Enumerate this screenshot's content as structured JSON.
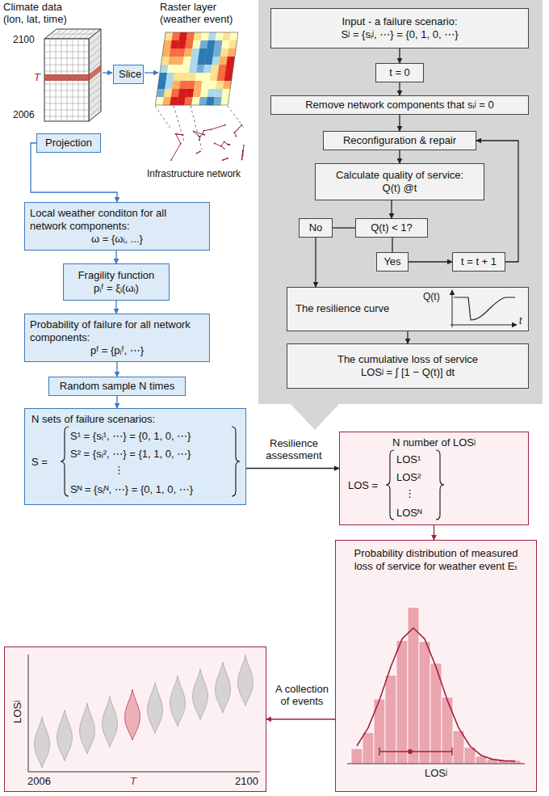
{
  "diagram": {
    "nodes": [
      {
        "text": [
          "Slice"
        ]
      },
      {
        "text": [
          "Projection"
        ]
      },
      {
        "text": [
          "Local weather conditon for all network components:",
          "ω = {ωᵢ, ...}"
        ]
      },
      {
        "text": [
          "Fragility function",
          "pᵢᶠ = ξᵢ(ωᵢ)"
        ]
      },
      {
        "text": [
          "Probability of failure for all network components:",
          "pᶠ = {pᵢᶠ, ⋯}"
        ]
      },
      {
        "text": [
          "Random sample N times"
        ]
      },
      {
        "text": [
          "N sets of failure scenarios:",
          "S =",
          "S¹ = {sᵢ¹, ⋯} = {0, 1, 0, ⋯}",
          "S² = {sᵢ², ⋯} = {1, 1, 0, ⋯}",
          "⋮",
          "Sᴺ = {sᵢᴺ, ⋯} = {0, 1, 0, ⋯}"
        ]
      },
      {
        "text": [
          "Input - a failure scenario:",
          "Sʲ = {sᵢʲ, ⋯} = {0, 1, 0, ⋯}"
        ]
      },
      {
        "text": [
          "t = 0"
        ]
      },
      {
        "text": [
          "Remove network components that sᵢʲ = 0"
        ]
      },
      {
        "text": [
          "Reconfiguration & repair"
        ]
      },
      {
        "text": [
          "Calculate quality of service:",
          "Q(t) @t"
        ]
      },
      {
        "text": [
          "Q(t) < 1?"
        ]
      },
      {
        "text": [
          "No"
        ]
      },
      {
        "text": [
          "Yes"
        ]
      },
      {
        "text": [
          "t = t + 1"
        ]
      },
      {
        "text": [
          "The resilience curve",
          "Q(t)",
          "t"
        ]
      },
      {
        "text": [
          "The cumulative loss of service",
          "LOSʲ = ∫ [1 − Q(t)] dt"
        ]
      },
      {
        "text": [
          "N number of LOSʲ",
          "LOS =",
          "LOS¹",
          "LOS²",
          "⋮",
          "LOSᴺ"
        ]
      },
      {
        "text": [
          "Probability distribution of measured loss of service for weather event Eₜ",
          "LOSʲ"
        ]
      },
      {
        "text": [
          "LOSʲ",
          "2006",
          "T",
          "2100"
        ]
      }
    ],
    "edges": [
      {
        "from": 1,
        "to": 2,
        "arrow": "to"
      },
      {
        "from": 2,
        "to": 3,
        "arrow": "to"
      },
      {
        "from": 3,
        "to": 4,
        "arrow": "to"
      },
      {
        "from": 4,
        "to": 5,
        "arrow": "to"
      },
      {
        "from": 5,
        "to": 6,
        "arrow": "to"
      },
      {
        "from": 7,
        "to": 8,
        "arrow": "to"
      },
      {
        "from": 8,
        "to": 9,
        "arrow": "to"
      },
      {
        "from": 9,
        "to": 10,
        "arrow": "to"
      },
      {
        "from": 10,
        "to": 11,
        "arrow": "to"
      },
      {
        "from": 11,
        "to": 12,
        "arrow": "to"
      },
      {
        "from": 12,
        "to": 13,
        "arrow": "none"
      },
      {
        "from": 12,
        "to": 14,
        "arrow": "none"
      },
      {
        "from": 14,
        "to": 15,
        "arrow": "to"
      },
      {
        "from": 15,
        "to": 10,
        "arrow": "to"
      },
      {
        "from": 13,
        "to": 16,
        "arrow": "to"
      },
      {
        "from": 16,
        "to": 17,
        "arrow": "to"
      },
      {
        "from": 6,
        "to": 18,
        "label": "Resilience assessment",
        "arrow": "to"
      },
      {
        "from": 18,
        "to": 19,
        "arrow": "to"
      },
      {
        "from": 19,
        "to": 20,
        "label": "A collection of events",
        "arrow": "to"
      }
    ],
    "labels": [
      "Climate data (lon, lat, time)",
      "2100",
      "T",
      "2006",
      "Raster layer (weather event)",
      "Infrastructure network"
    ]
  }
}
